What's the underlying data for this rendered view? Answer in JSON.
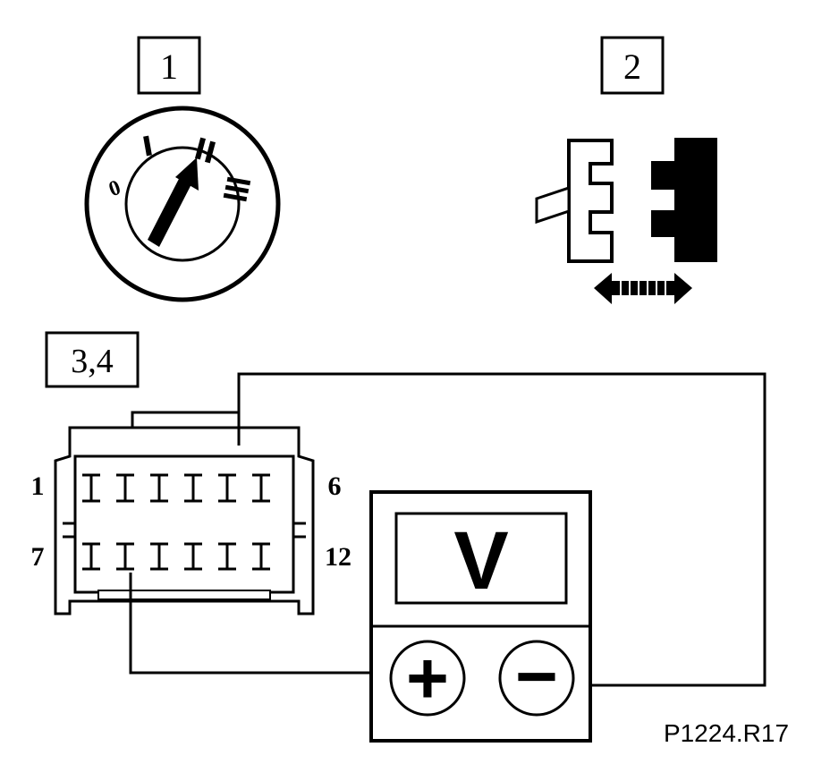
{
  "steps": {
    "step1": "1",
    "step2": "2",
    "step34": "3,4"
  },
  "ignition_positions": [
    "0",
    "I",
    "II",
    "III"
  ],
  "connector": {
    "pin_top_left": "1",
    "pin_top_right": "6",
    "pin_bottom_left": "7",
    "pin_bottom_right": "12"
  },
  "meter": {
    "display": "V",
    "positive": "+",
    "negative": "−"
  },
  "reference": "P1224.R17"
}
